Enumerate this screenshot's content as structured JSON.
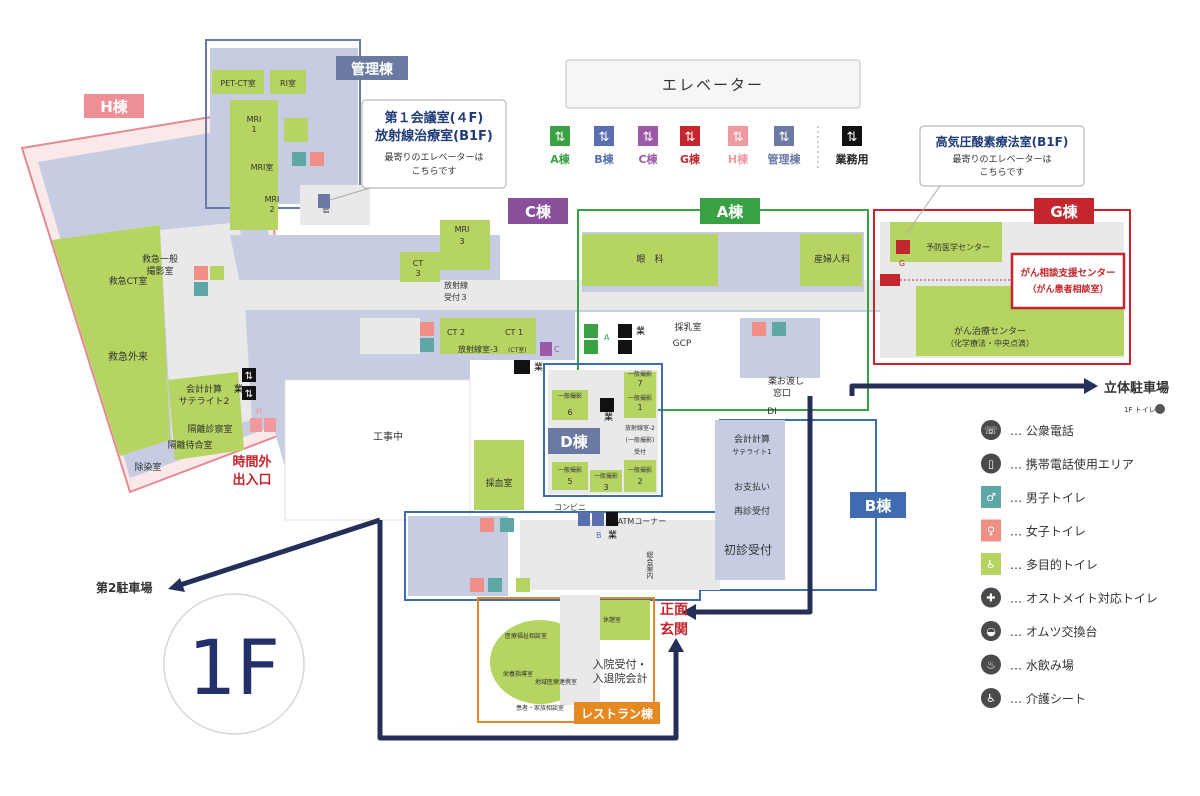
{
  "colors": {
    "room_green": "#b6d461",
    "corridor": "#e9e9e9",
    "building": "#c6cde3",
    "a_wing": "#3aa044",
    "b_wing": "#3f6bb0",
    "c_wing": "#8a4f9a",
    "g_wing": "#c4262e",
    "h_wing": "#e9888f",
    "admin_wing": "#6a7aa3",
    "route": "#242f5a",
    "restaurant": "#e58a22",
    "male": "#5fa6a6",
    "female": "#ef8f86"
  },
  "wings": {
    "h": "H棟",
    "admin": "管理棟",
    "c": "C棟",
    "a": "A棟",
    "g": "G棟",
    "d": "D棟",
    "b": "B棟",
    "restaurant": "レストラン棟"
  },
  "elevator_legend": {
    "title": "エレベーター",
    "items": [
      {
        "label": "A棟",
        "color": "#3aa044"
      },
      {
        "label": "B棟",
        "color": "#5a6fae"
      },
      {
        "label": "C棟",
        "color": "#9a5aa6"
      },
      {
        "label": "G棟",
        "color": "#c4262e"
      },
      {
        "label": "H棟",
        "color": "#f09aa0"
      },
      {
        "label": "管理棟",
        "color": "#6a7aa3"
      },
      {
        "label": "業務用",
        "color": "#111111"
      }
    ]
  },
  "callouts": {
    "admin_line1": "第１会議室(４F)",
    "admin_line2": "放射線治療室(B1F)",
    "admin_sub1": "最寄りのエレベーターは",
    "admin_sub2": "こちらです",
    "g_line1": "高気圧酸素療法室(B1F)",
    "g_sub1": "最寄りのエレベーターは",
    "g_sub2": "こちらです"
  },
  "rooms": {
    "pet_ct": "PET-CT室",
    "ri": "RI室",
    "mri1": "MRI",
    "mri1_num": "1",
    "mri_room": "MRI室",
    "mri2": "MRI",
    "mri2_num": "2",
    "admin_label": "管",
    "er_ct_1": "救急一般",
    "er_ct_2": "撮影室",
    "er_ct_3": "救急CT室",
    "er_outpatient": "救急外来",
    "cashier_sat2_1": "会計計算",
    "cashier_sat2_2": "サテライト2",
    "isolation_exam": "隔離診察室",
    "isolation_wait": "隔離待合室",
    "decontam": "除染室",
    "after_hours_1": "時間外",
    "after_hours_2": "出入口",
    "construction": "工事中",
    "mri3": "MRI",
    "mri3_num": "3",
    "ct3": "CT",
    "ct3_num": "3",
    "rad_reception_1": "放射線",
    "rad_reception_2": "受付３",
    "ct2": "CT 2",
    "ct1": "CT 1",
    "rad_room3": "放射線室-3",
    "rad_room3_sub": "(CT室)",
    "ophthalmology": "眼　科",
    "obgyn": "産婦人科",
    "blood_collection": "採乳室",
    "gcp": "GCP",
    "pharmacy_1": "薬お渡し",
    "pharmacy_2": "窓口",
    "di": "DI",
    "preventive": "予防医学センター",
    "cancer_consult_1": "がん相談支援センター",
    "cancer_consult_2": "（がん患者相談室）",
    "cancer_center_1": "がん治療センター",
    "cancer_center_2": "（化学療法・中央点滴）",
    "xray6": "一般撮影",
    "xray6_num": "6",
    "xray7": "一般撮影",
    "xray7_num": "7",
    "xray1": "一般撮影",
    "xray1_num": "1",
    "rad_reception2_1": "放射線室-2",
    "rad_reception2_2": "(一般撮影)",
    "rad_reception2_3": "受付",
    "xray5": "一般撮影",
    "xray5_num": "5",
    "xray3": "一般撮影",
    "xray3_num": "3",
    "xray2": "一般撮影",
    "xray2_num": "2",
    "blood_draw": "採血室",
    "conbini": "コンビニ",
    "atm": "ATMコーナー",
    "cashier_sat1_1": "会計計算",
    "cashier_sat1_2": "サテライト1",
    "payment": "お支払い",
    "revisit": "再診受付",
    "first_visit": "初診受付",
    "general_info_1": "総合案内",
    "main_entrance_1": "正面",
    "main_entrance_2": "玄関",
    "admission_1": "入院受付・",
    "admission_2": "入退院会計",
    "welfare_consult": "医療福祉相談室",
    "nutrition": "栄養指導室",
    "regional": "地域医療連携室",
    "patient_family": "患者・家族相談室",
    "rest_room": "休憩室",
    "elev_letter_a": "A",
    "elev_letter_b": "B",
    "elev_letter_c": "C",
    "elev_letter_g": "G",
    "elev_letter_h": "H",
    "gyomu": "業"
  },
  "parking": {
    "second": "第2駐車場",
    "multi_1": "立体駐車場",
    "multi_2": "1F トイレ"
  },
  "floor_label": "1F",
  "legend": [
    {
      "icon": "public-phone-icon",
      "label": "… 公衆電話"
    },
    {
      "icon": "mobile-phone-area-icon",
      "label": "… 携帯電話使用エリア"
    },
    {
      "icon": "male-toilet-icon",
      "label": "… 男子トイレ"
    },
    {
      "icon": "female-toilet-icon",
      "label": "… 女子トイレ"
    },
    {
      "icon": "accessible-toilet-icon",
      "label": "… 多目的トイレ"
    },
    {
      "icon": "ostomate-toilet-icon",
      "label": "… オストメイト対応トイレ"
    },
    {
      "icon": "diaper-changing-icon",
      "label": "… オムツ交換台"
    },
    {
      "icon": "drinking-fountain-icon",
      "label": "… 水飲み場"
    },
    {
      "icon": "care-seat-icon",
      "label": "… 介護シート"
    }
  ]
}
